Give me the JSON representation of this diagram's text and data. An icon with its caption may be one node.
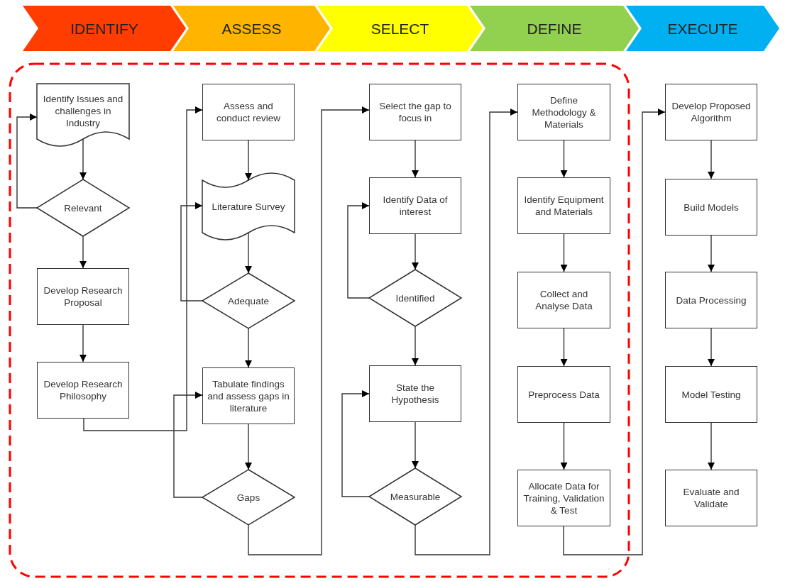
{
  "diagram": {
    "nodes": [
      {
        "text": [
          "IDENTIFY"
        ]
      },
      {
        "text": [
          "ASSESS"
        ]
      },
      {
        "text": [
          "SELECT"
        ]
      },
      {
        "text": [
          "DEFINE"
        ]
      },
      {
        "text": [
          "EXECUTE"
        ]
      },
      {
        "text": [],
        "shape": "box"
      },
      {
        "text": [
          "Identify Issues and challenges in Industry"
        ],
        "in": 5
      },
      {
        "text": [
          "Relevant"
        ],
        "in": 5
      },
      {
        "text": [
          "Develop Research Proposal"
        ],
        "in": 5
      },
      {
        "text": [
          "Develop Research Philosophy"
        ],
        "in": 5
      },
      {
        "text": [
          "Assess and conduct review"
        ],
        "in": 5
      },
      {
        "text": [
          "Literature Survey"
        ],
        "in": 5
      },
      {
        "text": [
          "Adequate"
        ],
        "in": 5
      },
      {
        "text": [
          "Tabulate findings and assess gaps in literature"
        ],
        "in": 5
      },
      {
        "text": [
          "Gaps"
        ],
        "in": 5
      },
      {
        "text": [
          "Select the gap to focus in"
        ],
        "in": 5
      },
      {
        "text": [
          "Identify Data of interest"
        ],
        "in": 5
      },
      {
        "text": [
          "Identified"
        ],
        "in": 5
      },
      {
        "text": [
          "State the Hypothesis"
        ],
        "in": 5
      },
      {
        "text": [
          "Measurable"
        ],
        "in": 5
      },
      {
        "text": [
          "Define Methodology & Materials"
        ],
        "in": 5
      },
      {
        "text": [
          "Identify Equipment and Materials"
        ],
        "in": 5
      },
      {
        "text": [
          "Collect and Analyse Data"
        ],
        "in": 5
      },
      {
        "text": [
          "Preprocess Data"
        ],
        "in": 5
      },
      {
        "text": [
          "Allocate Data for Training, Validation & Test"
        ],
        "in": 5
      },
      {
        "text": [
          "Develop Proposed Algorithm"
        ]
      },
      {
        "text": [
          "Build Models"
        ]
      },
      {
        "text": [
          "Data Processing"
        ]
      },
      {
        "text": [
          "Model Testing"
        ]
      },
      {
        "text": [
          "Evaluate and Validate"
        ]
      }
    ],
    "edges": [
      {
        "from": 6,
        "to": 7,
        "arrow": "to"
      },
      {
        "from": 7,
        "to": 6,
        "arrow": "to"
      },
      {
        "from": 7,
        "to": 8,
        "arrow": "to"
      },
      {
        "from": 8,
        "to": 9,
        "arrow": "to"
      },
      {
        "from": 9,
        "to": 10,
        "arrow": "to"
      },
      {
        "from": 10,
        "to": 11,
        "arrow": "to"
      },
      {
        "from": 11,
        "to": 12,
        "arrow": "to"
      },
      {
        "from": 12,
        "to": 11,
        "arrow": "to"
      },
      {
        "from": 12,
        "to": 13,
        "arrow": "to"
      },
      {
        "from": 13,
        "to": 14,
        "arrow": "to"
      },
      {
        "from": 14,
        "to": 13,
        "arrow": "to"
      },
      {
        "from": 14,
        "to": 15,
        "arrow": "to"
      },
      {
        "from": 15,
        "to": 16,
        "arrow": "to"
      },
      {
        "from": 16,
        "to": 17,
        "arrow": "to"
      },
      {
        "from": 17,
        "to": 16,
        "arrow": "to"
      },
      {
        "from": 17,
        "to": 18,
        "arrow": "to"
      },
      {
        "from": 18,
        "to": 19,
        "arrow": "to"
      },
      {
        "from": 19,
        "to": 18,
        "arrow": "to"
      },
      {
        "from": 19,
        "to": 20,
        "arrow": "to"
      },
      {
        "from": 20,
        "to": 21,
        "arrow": "to"
      },
      {
        "from": 21,
        "to": 22,
        "arrow": "to"
      },
      {
        "from": 22,
        "to": 23,
        "arrow": "to"
      },
      {
        "from": 23,
        "to": 24,
        "arrow": "to"
      },
      {
        "from": 24,
        "to": 25,
        "arrow": "to"
      },
      {
        "from": 25,
        "to": 26,
        "arrow": "to"
      },
      {
        "from": 26,
        "to": 27,
        "arrow": "to"
      },
      {
        "from": 27,
        "to": 28,
        "arrow": "to"
      },
      {
        "from": 28,
        "to": 29,
        "arrow": "to"
      }
    ]
  }
}
